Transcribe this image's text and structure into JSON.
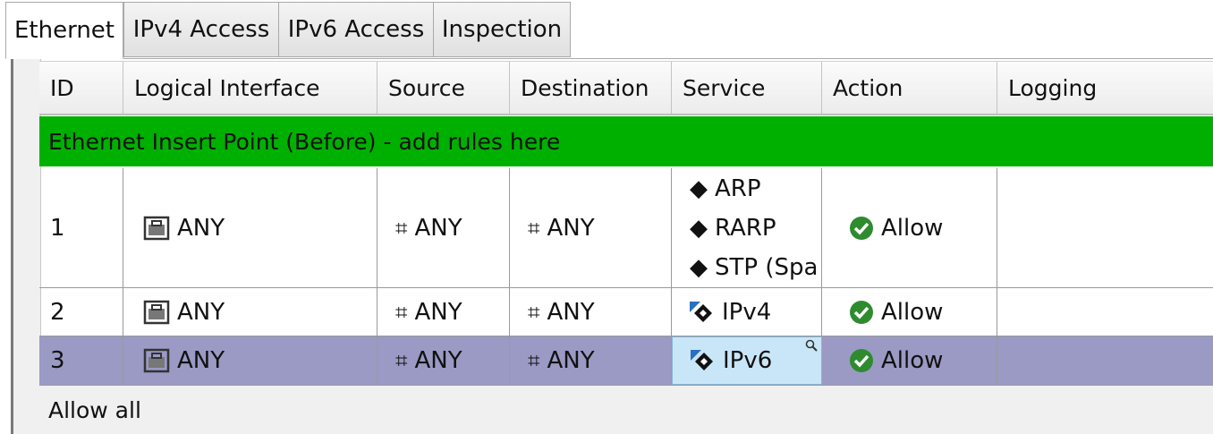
{
  "tabs": [
    {
      "label": "Ethernet",
      "active": true
    },
    {
      "label": "IPv4 Access",
      "active": false
    },
    {
      "label": "IPv6 Access",
      "active": false
    },
    {
      "label": "Inspection",
      "active": false
    }
  ],
  "columns": [
    "ID",
    "Logical Interface",
    "Source",
    "Destination",
    "Service",
    "Action",
    "Logging"
  ],
  "insert_point": "Ethernet Insert Point (Before) - add rules here",
  "rules": [
    {
      "id": "1",
      "interface": "ANY",
      "source": "ANY",
      "destination": "ANY",
      "services": [
        "ARP",
        "RARP",
        "STP (Spa"
      ],
      "action": "Allow"
    },
    {
      "id": "2",
      "interface": "ANY",
      "source": "ANY",
      "destination": "ANY",
      "services": [
        "IPv4"
      ],
      "action": "Allow"
    },
    {
      "id": "3",
      "interface": "ANY",
      "source": "ANY",
      "destination": "ANY",
      "services": [
        "IPv6"
      ],
      "action": "Allow",
      "selected": true
    }
  ],
  "footer": "Allow all",
  "colors": {
    "insert_row": "#00b000",
    "selected_row": "#9a9ac4",
    "allow_icon": "#2e8b2e"
  },
  "icons": {
    "interface": "network-interface-icon",
    "address": "any-network-icon",
    "service": "ethernet-service-icon",
    "action": "allow-check-icon"
  }
}
